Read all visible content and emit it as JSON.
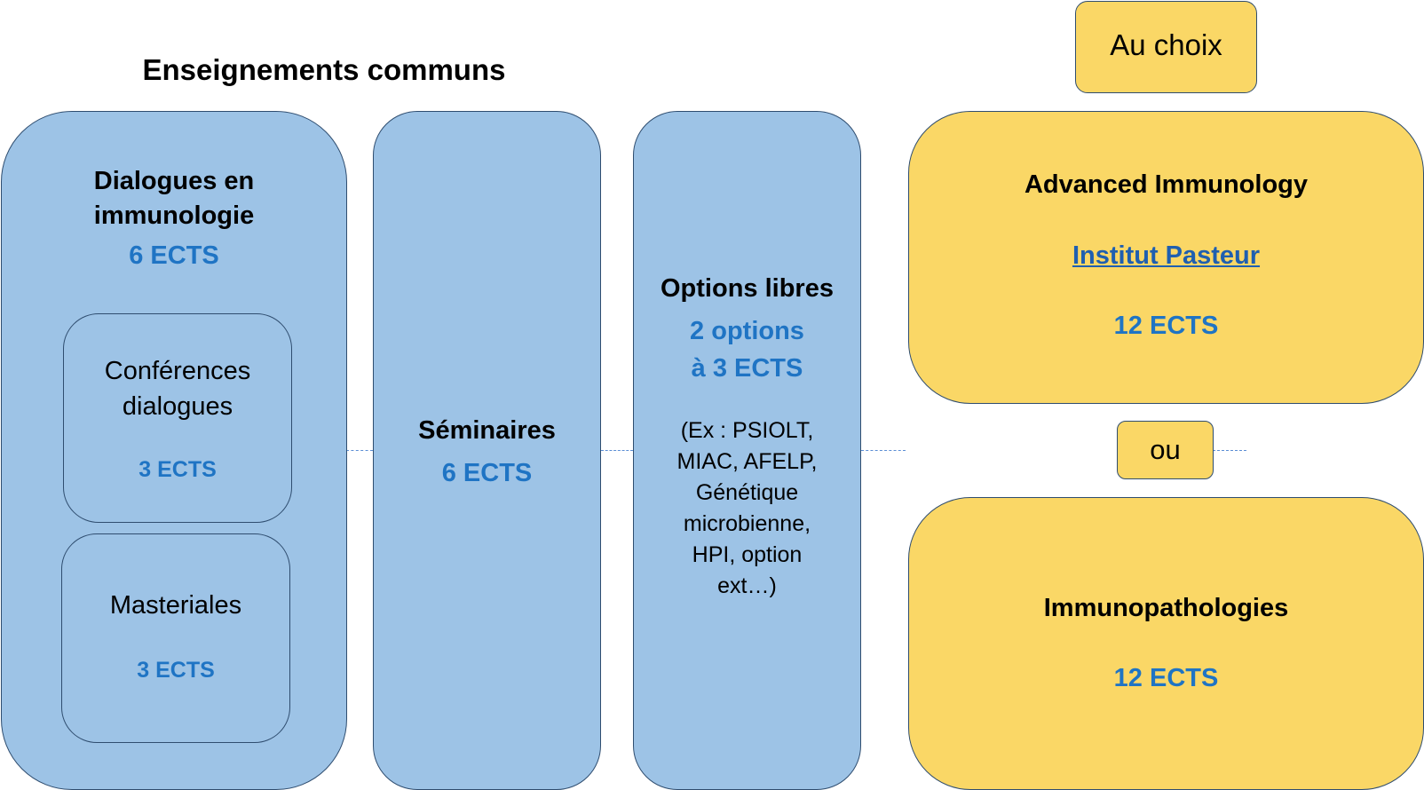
{
  "header": {
    "title": "Enseignements communs",
    "choice_label": "Au choix"
  },
  "dialogues": {
    "title_line1": "Dialogues en",
    "title_line2": "immunologie",
    "ects": "6 ECTS",
    "conferences": {
      "line1": "Conférences",
      "line2": "dialogues",
      "ects": "3 ECTS"
    },
    "masteriales": {
      "label": "Masteriales",
      "ects": "3 ECTS"
    }
  },
  "seminaires": {
    "title": "Séminaires",
    "ects": "6 ECTS"
  },
  "options": {
    "title": "Options libres",
    "line1": "2 options",
    "line2": "à 3 ECTS",
    "examples": [
      "(Ex : PSIOLT,",
      "MIAC, AFELP,",
      "Génétique",
      "microbienne,",
      "HPI, option",
      "ext…)"
    ]
  },
  "advanced": {
    "title": "Advanced Immunology",
    "link": "Institut Pasteur",
    "ects": "12 ECTS"
  },
  "or_label": "ou",
  "immunopathologies": {
    "title": "Immunopathologies",
    "ects": "12 ECTS"
  },
  "colors": {
    "blue_fill": "#9dc3e6",
    "yellow_fill": "#fad766",
    "ects_text": "#1f74c4",
    "border": "#2f4d6f"
  }
}
